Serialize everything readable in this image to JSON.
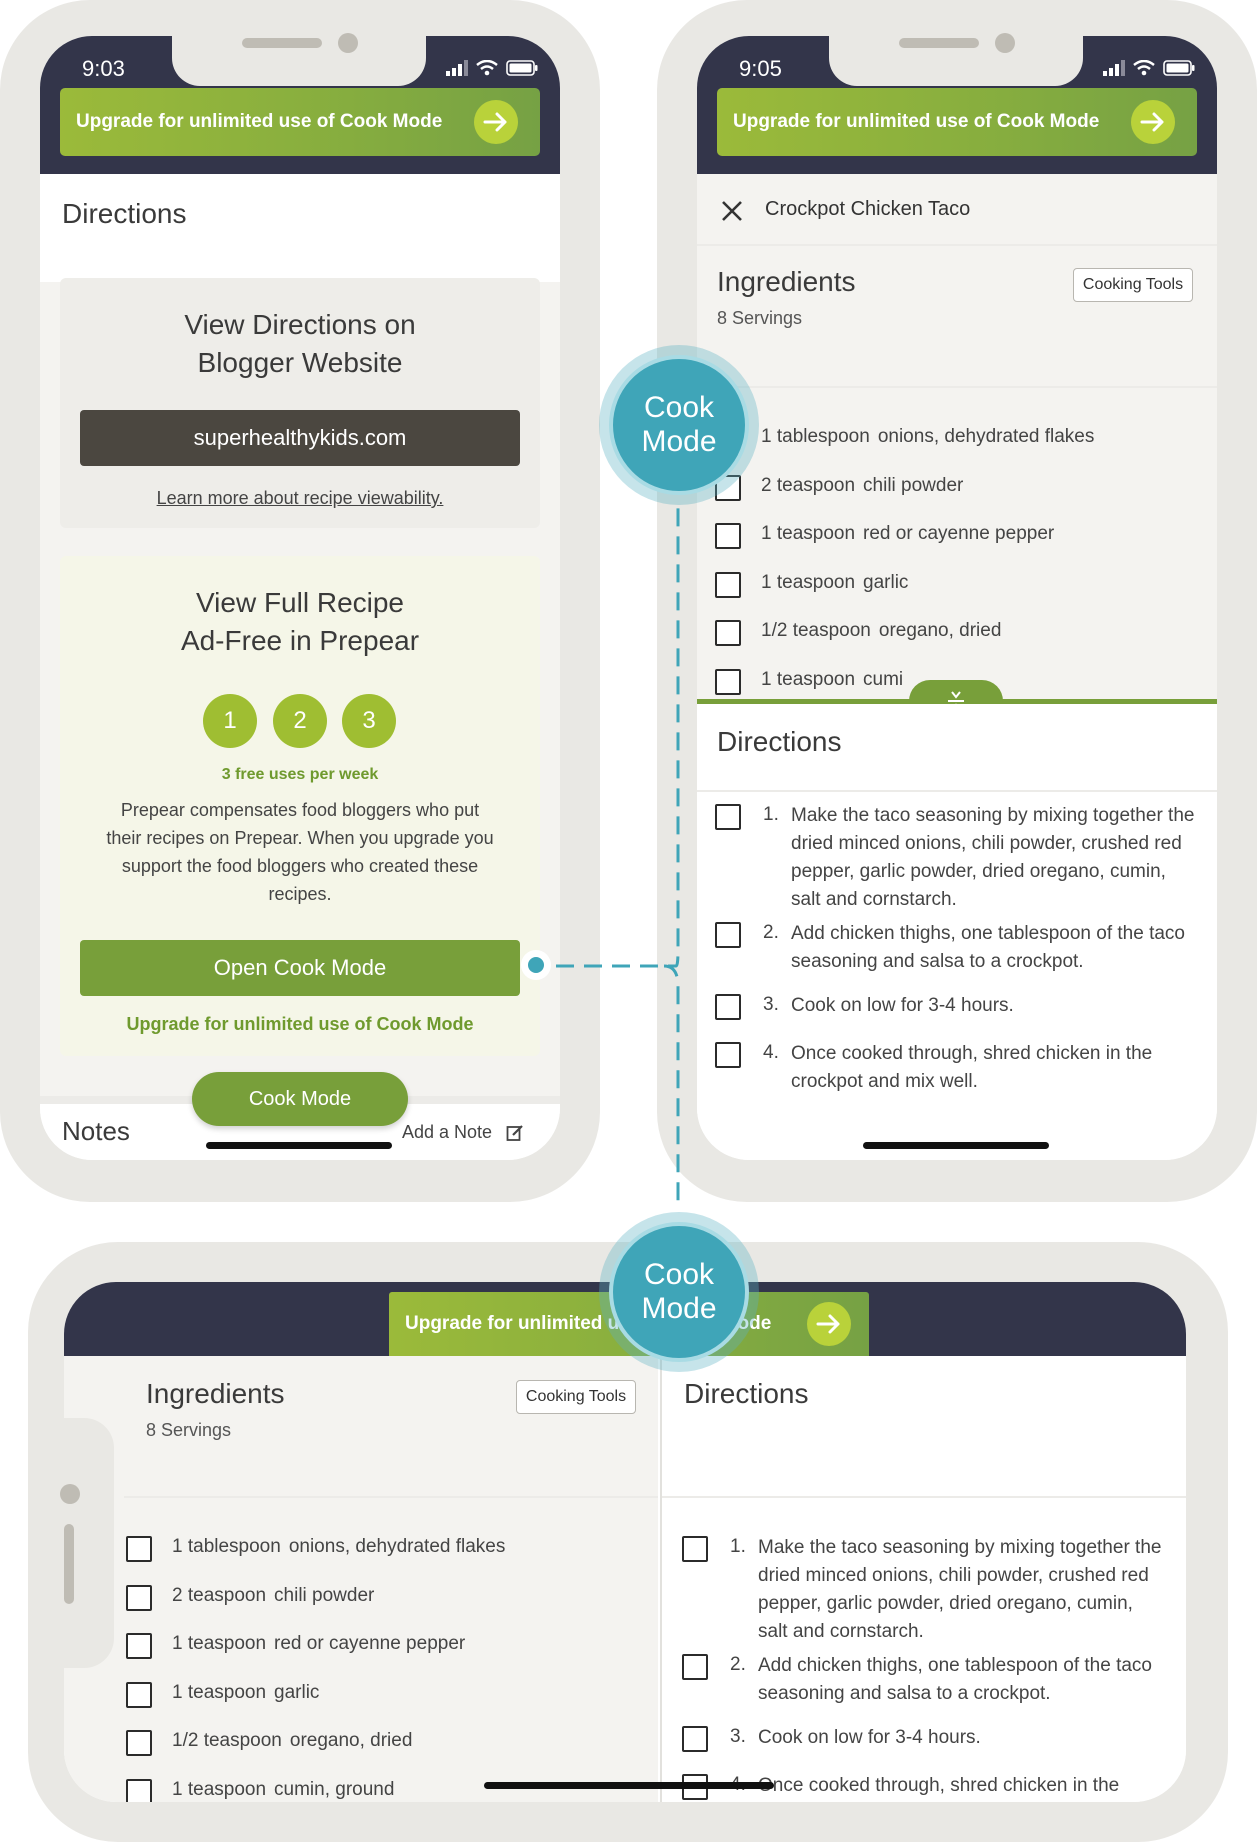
{
  "colors": {
    "nav": "#33354a",
    "green": "#789f3a",
    "lime": "#9fbe32",
    "teal": "#3fa5b8",
    "frame": "#e9e8e4",
    "panel": "#f4f3f0",
    "promo": "#f5f6e8"
  },
  "icons": {
    "arrow": "arrow-right-icon",
    "close": "close-icon",
    "edit": "edit-icon",
    "resize": "drag-handle-icon",
    "signal": "signal-icon",
    "wifi": "wifi-icon",
    "battery": "battery-icon"
  },
  "phone1": {
    "time": "9:03",
    "upgrade": "Upgrade for unlimited use of Cook Mode",
    "directions_title": "Directions",
    "blogger_card": {
      "title_line1": "View Directions on",
      "title_line2": "Blogger Website",
      "site_button": "superhealthykids.com",
      "learn_link": "Learn more about recipe viewability."
    },
    "promo_card": {
      "title_line1": "View Full Recipe",
      "title_line2": "Ad-Free in Prepear",
      "uses": [
        "1",
        "2",
        "3"
      ],
      "uses_label": "3 free uses per week",
      "description": "Prepear compensates food bloggers who put their recipes on Prepear. When you upgrade you support the food bloggers who created these recipes.",
      "open_button": "Open Cook Mode",
      "upgrade_link": "Upgrade for unlimited use of Cook Mode"
    },
    "cook_mode_fab": "Cook Mode",
    "notes_title": "Notes",
    "add_note": "Add a Note"
  },
  "phone2": {
    "time": "9:05",
    "upgrade": "Upgrade for unlimited use of Cook Mode",
    "recipe_title": "Crockpot Chicken Taco",
    "ingredients_title": "Ingredients",
    "servings": "8 Servings",
    "cooking_tools": "Cooking Tools",
    "ingredients": [
      {
        "qty": "1 tablespoon",
        "name": "onions, dehydrated flakes"
      },
      {
        "qty": "2 teaspoon",
        "name": "chili powder"
      },
      {
        "qty": "1 teaspoon",
        "name": "red or cayenne pepper"
      },
      {
        "qty": "1 teaspoon",
        "name": "garlic"
      },
      {
        "qty": "1/2 teaspoon",
        "name": "oregano, dried"
      },
      {
        "qty": "1 teaspoon",
        "name": "cumi"
      }
    ],
    "directions_title": "Directions",
    "steps": [
      {
        "num": "1.",
        "text": "Make the taco seasoning by mixing together the dried minced onions, chili powder, crushed red pepper, garlic powder, dried oregano, cumin, salt and cornstarch."
      },
      {
        "num": "2.",
        "text": "Add chicken thighs, one tablespoon of the taco seasoning and salsa to a crockpot."
      },
      {
        "num": "3.",
        "text": "Cook on low for 3-4 hours."
      },
      {
        "num": "4.",
        "text": "Once cooked through, shred chicken in the crockpot and mix well."
      }
    ]
  },
  "tablet": {
    "upgrade": "Upgrade for unlimited use of Cook Mode",
    "ingredients_title": "Ingredients",
    "servings": "8 Servings",
    "cooking_tools": "Cooking Tools",
    "ingredients": [
      {
        "qty": "1 tablespoon",
        "name": "onions, dehydrated flakes"
      },
      {
        "qty": "2 teaspoon",
        "name": "chili powder"
      },
      {
        "qty": "1 teaspoon",
        "name": "red or cayenne pepper"
      },
      {
        "qty": "1 teaspoon",
        "name": "garlic"
      },
      {
        "qty": "1/2 teaspoon",
        "name": "oregano, dried"
      },
      {
        "qty": "1 teaspoon",
        "name": "cumin, ground"
      }
    ],
    "directions_title": "Directions",
    "steps": [
      {
        "num": "1.",
        "text": "Make the taco seasoning by mixing together the dried minced onions, chili powder, crushed red pepper, garlic powder, dried oregano, cumin, salt and cornstarch."
      },
      {
        "num": "2.",
        "text": "Add chicken thighs, one tablespoon of the taco seasoning and salsa to a crockpot."
      },
      {
        "num": "3.",
        "text": "Cook on low for 3-4 hours."
      },
      {
        "num": "4.",
        "text": "Once cooked through, shred chicken in the"
      }
    ]
  },
  "badges": {
    "line1": "Cook",
    "line2": "Mode"
  }
}
